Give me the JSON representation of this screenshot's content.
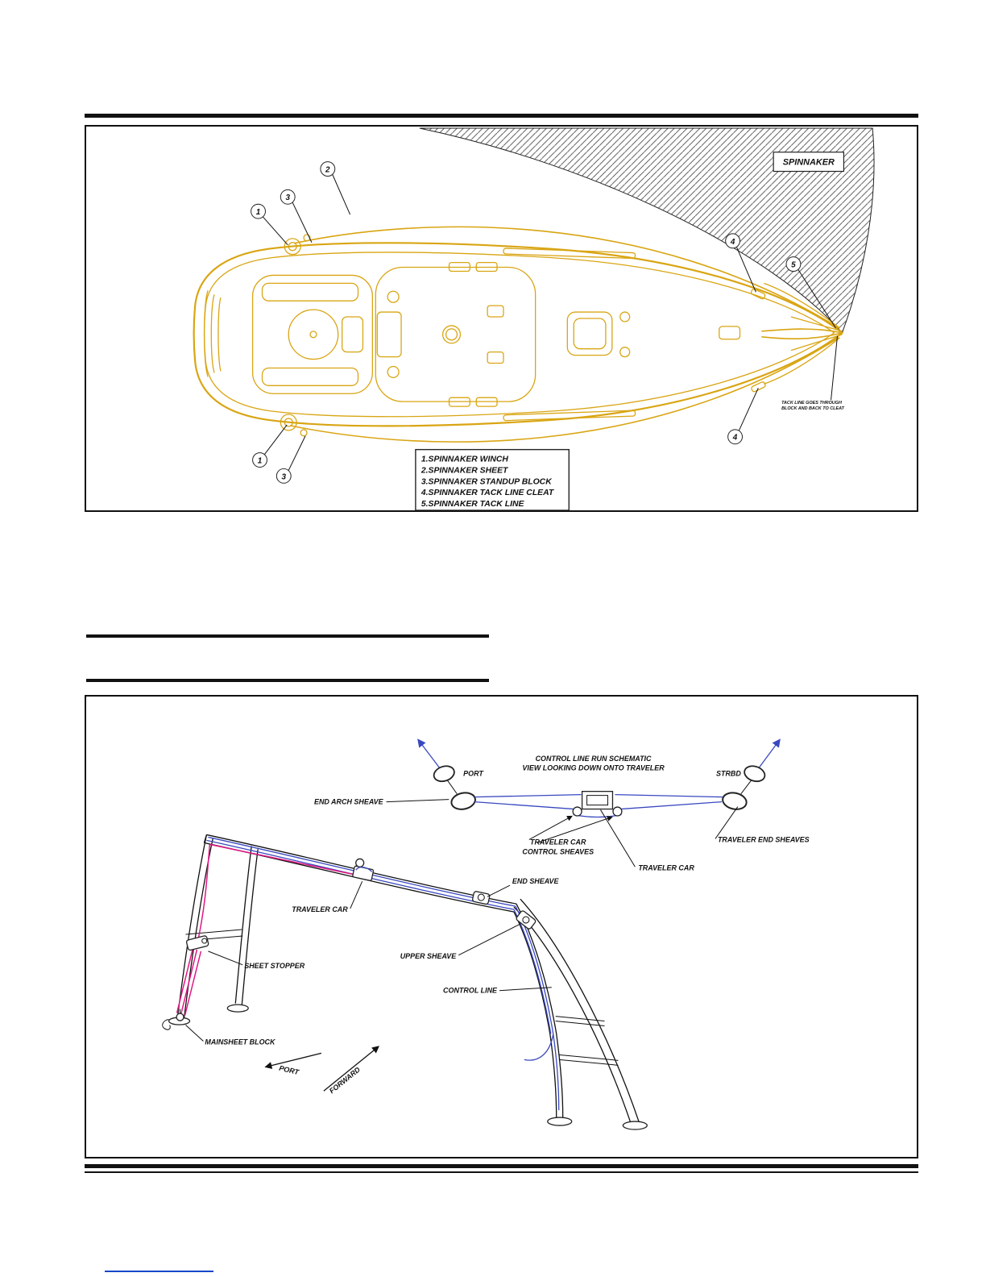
{
  "colors": {
    "boat_gold": "#d9a513",
    "control_line_blue": "#3948c0",
    "mainsheet_pink": "#e01884",
    "link_blue": "#1747c8"
  },
  "figure1": {
    "spinnaker_label": "SPINNAKER",
    "legend_items": [
      "1.SPINNAKER WINCH",
      "2.SPINNAKER SHEET",
      "3.SPINNAKER STANDUP BLOCK",
      "4.SPINNAKER TACK LINE CLEAT",
      "5.SPINNAKER TACK LINE"
    ],
    "note_line1": "TACK LINE GOES THROUGH",
    "note_line2": "BLOCK AND BACK TO CLEAT",
    "callouts": {
      "c2": "2",
      "c3_top": "3",
      "c1_top": "1",
      "c4_top": "4",
      "c5": "5",
      "c4_bottom": "4",
      "c1_bottom": "1",
      "c3_bottom": "3"
    }
  },
  "figure2": {
    "schematic": {
      "title_line1": "CONTROL LINE RUN SCHEMATIC",
      "title_line2": "VIEW LOOKING DOWN ONTO TRAVELER",
      "port": "PORT",
      "strbd": "STRBD",
      "end_arch_sheave": "END ARCH SHEAVE",
      "control_sheaves_line1": "TRAVELER CAR",
      "control_sheaves_line2": "CONTROL SHEAVES",
      "traveler_car": "TRAVELER CAR",
      "traveler_end_sheaves": "TRAVELER END SHEAVES"
    },
    "arch": {
      "end_sheave": "END SHEAVE",
      "traveler_car": "TRAVELER CAR",
      "upper_sheave": "UPPER SHEAVE",
      "sheet_stopper": "SHEET STOPPER",
      "control_line": "CONTROL LINE",
      "mainsheet_block": "MAINSHEET BLOCK",
      "port": "PORT",
      "forward": "FORWARD"
    }
  }
}
